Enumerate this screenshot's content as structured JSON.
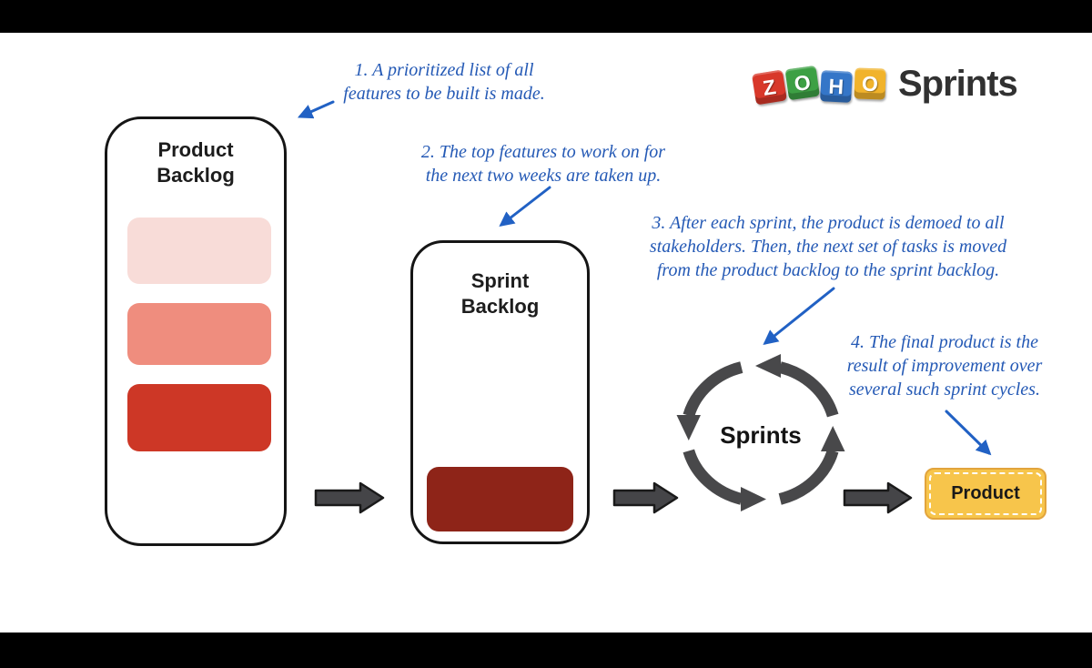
{
  "page": {
    "background": "#ffffff",
    "letterbox": "#000000"
  },
  "logo": {
    "tiles": [
      {
        "letter": "Z",
        "color": "#d8382a"
      },
      {
        "letter": "O",
        "color": "#3da044"
      },
      {
        "letter": "H",
        "color": "#3576c8"
      },
      {
        "letter": "O",
        "color": "#f1b32b"
      }
    ],
    "wordmark": "Sprints",
    "wordmark_color": "#313131"
  },
  "annotations": {
    "color": "#2459b5",
    "step1": {
      "line1": "1. A prioritized list of all",
      "line2": "features to be built is made."
    },
    "step2": {
      "line1": "2. The top features to work on for",
      "line2": "the next two weeks are taken up."
    },
    "step3": {
      "line1": "3. After each sprint, the product is demoed to all",
      "line2": "stakeholders. Then, the next set of tasks is moved",
      "line3": "from the product backlog to the sprint backlog."
    },
    "step4": {
      "line1": "4. The final product is the",
      "line2": "result of improvement over",
      "line3": "several such sprint cycles."
    }
  },
  "diagram": {
    "product_backlog": {
      "title_line1": "Product",
      "title_line2": "Backlog",
      "bars": [
        {
          "color": "#f8dcd8"
        },
        {
          "color": "#ef8d7e"
        },
        {
          "color": "#cd3726"
        }
      ]
    },
    "sprint_backlog": {
      "title_line1": "Sprint",
      "title_line2": "Backlog",
      "bar_color": "#8e2418"
    },
    "cycle": {
      "label": "Sprints",
      "color": "#48484a"
    },
    "product": {
      "label": "Product",
      "fill": "#f7c54b",
      "border": "#e2a43c"
    },
    "connector_color": "#454548",
    "connector_outline": "#1a1a1a",
    "pointer_color": "#2161c4"
  }
}
